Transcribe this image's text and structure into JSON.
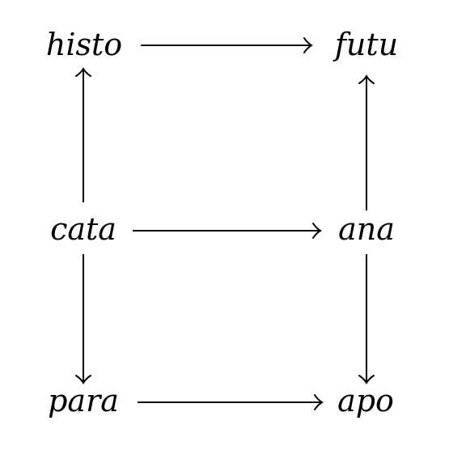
{
  "diagram": {
    "nodes": {
      "histo": "histo",
      "futu": "futu",
      "cata": "cata",
      "ana": "ana",
      "para": "para",
      "apo": "apo"
    },
    "edges": [
      {
        "from": "histo",
        "to": "futu"
      },
      {
        "from": "cata",
        "to": "histo"
      },
      {
        "from": "ana",
        "to": "futu"
      },
      {
        "from": "cata",
        "to": "ana"
      },
      {
        "from": "cata",
        "to": "para"
      },
      {
        "from": "ana",
        "to": "apo"
      },
      {
        "from": "para",
        "to": "apo"
      }
    ]
  }
}
